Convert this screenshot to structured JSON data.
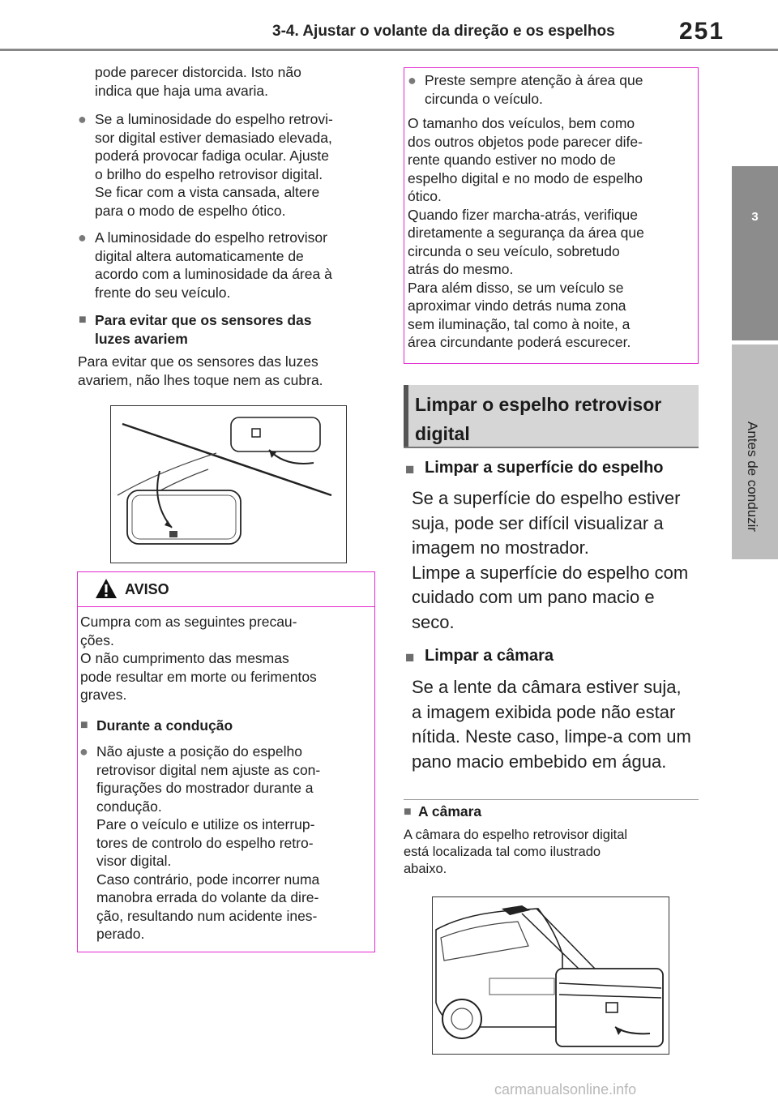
{
  "header": {
    "section": "3-4. Ajustar o volante da direção e os espelhos",
    "page": "251"
  },
  "side_tab": {
    "number": "3",
    "label": "Antes de conduzir"
  },
  "left": {
    "cont": [
      "pode parecer distorcida. Isto não",
      "indica que haja uma avaria."
    ],
    "b1": [
      "Se a luminosidade do espelho retrovi-",
      "sor digital estiver demasiado elevada,",
      "poderá provocar fadiga ocular. Ajuste",
      "o brilho do espelho retrovisor digital.",
      "Se ficar com a vista cansada, altere",
      "para o modo de espelho ótico."
    ],
    "b2": [
      "A luminosidade do espelho retrovisor",
      "digital altera automaticamente de",
      "acordo com a luminosidade da área à",
      "frente do seu veículo."
    ],
    "h1": [
      "Para evitar que os sensores das",
      "luzes avariem"
    ],
    "p1": [
      "Para evitar que os sensores das luzes",
      "avariem, não lhes toque nem as cubra."
    ]
  },
  "warning": {
    "title": "AVISO",
    "intro": [
      "Cumpra com as seguintes precau-",
      "ções.",
      "O não cumprimento das mesmas",
      "pode resultar em morte ou ferimentos",
      "graves."
    ],
    "sub": "Durante a condução",
    "bullet": [
      "Não ajuste a posição do espelho",
      "retrovisor digital nem ajuste as con-",
      "figurações do mostrador durante a",
      "condução.",
      "Pare o veículo e utilize os interrup-",
      "tores de controlo do espelho retro-",
      "visor digital.",
      "Caso contrário, pode incorrer numa",
      "manobra errada do volante da dire-",
      "ção, resultando num acidente ines-",
      "perado."
    ]
  },
  "right": {
    "box_bullet": [
      "Preste sempre atenção à área que",
      "circunda o veículo."
    ],
    "box_text": [
      "O tamanho dos veículos, bem como",
      "dos outros objetos pode parecer dife-",
      "rente quando estiver no modo de",
      "espelho digital e no modo de espelho",
      "ótico.",
      "Quando fizer marcha-atrás, verifique",
      "diretamente a segurança da área que",
      "circunda o seu veículo, sobretudo",
      "atrás do mesmo.",
      "Para além disso, se um veículo se",
      "aproximar vindo detrás numa zona",
      "sem iluminação, tal como à noite, a",
      "área circundante poderá escurecer."
    ],
    "section": [
      "Limpar o espelho retrovisor",
      "digital"
    ],
    "h1": "Limpar a superfície do espelho",
    "p1": [
      "Se a superfície do espelho estiver",
      "suja, pode ser difícil visualizar a",
      "imagem no mostrador.",
      "Limpe a superfície do espelho com",
      "cuidado com um pano macio e",
      "seco."
    ],
    "h2": "Limpar a câmara",
    "p2": [
      "Se a lente da câmara estiver suja,",
      "a imagem exibida pode não estar",
      "nítida. Neste caso, limpe-a com um",
      "pano macio embebido em água."
    ],
    "h3": "A câmara",
    "p3": [
      "A câmara do espelho retrovisor digital",
      "está localizada tal como ilustrado",
      "abaixo."
    ]
  },
  "watermark": "carmanualsonline.info"
}
